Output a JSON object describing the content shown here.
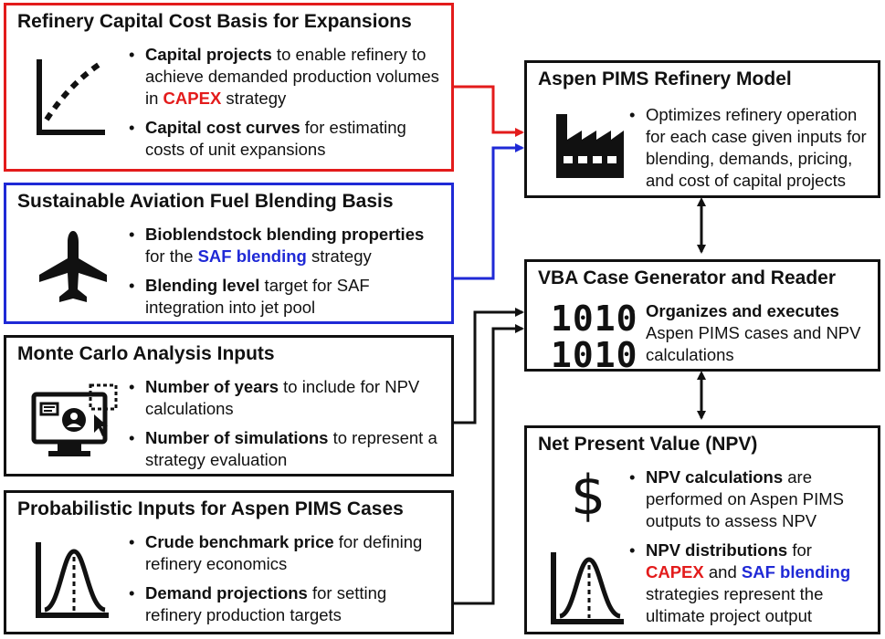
{
  "colors": {
    "red": "#e31b1b",
    "blue": "#1f29d6",
    "black": "#111111"
  },
  "boxes": {
    "capital": {
      "title": "Refinery Capital Cost Basis for Expansions",
      "icon": "cost-curve-icon",
      "b1_bold": "Capital projects",
      "b1_text": " to enable refinery to achieve demanded production volumes in ",
      "b1_accent": "CAPEX",
      "b1_end": " strategy",
      "b2_bold": "Capital cost curves",
      "b2_text": " for estimating costs of unit expansions"
    },
    "saf": {
      "title": "Sustainable Aviation Fuel Blending Basis",
      "icon": "airplane-icon",
      "b1_bold": "Bioblendstock blending properties",
      "b1_text": " for the ",
      "b1_accent": "SAF blending",
      "b1_end": " strategy",
      "b2_bold": "Blending level",
      "b2_text": " target for SAF integration into jet pool"
    },
    "montecarlo": {
      "title": "Monte Carlo Analysis Inputs",
      "icon": "computer-user-icon",
      "b1_bold": "Number of years",
      "b1_text": " to include for NPV calculations",
      "b2_bold": "Number of simulations",
      "b2_text": " to represent a strategy evaluation"
    },
    "probabilistic": {
      "title": "Probabilistic Inputs for Aspen PIMS Cases",
      "icon": "distribution-curve-icon",
      "b1_bold": "Crude benchmark price",
      "b1_text": " for defining refinery economics",
      "b2_bold": "Demand projections",
      "b2_text": " for setting refinery production targets"
    },
    "aspen": {
      "title": "Aspen PIMS Refinery Model",
      "icon": "factory-icon",
      "b1_text": "Optimizes refinery operation for each case given inputs for blending, demands, pricing, and cost of capital projects"
    },
    "vba": {
      "title": "VBA Case Generator and Reader",
      "icon": "binary-icon",
      "binary_line1": "1010",
      "binary_line2": "1010",
      "b1_bold": "Organizes and executes",
      "b1_text": " Aspen PIMS cases and NPV calculations"
    },
    "npv": {
      "title": "Net Present Value (NPV)",
      "icon": "dollar-icon",
      "dollar": "$",
      "b1_bold": "NPV calculations",
      "b1_text": " are performed on Aspen PIMS outputs to assess NPV",
      "b2_bold": "NPV distributions",
      "b2_text": " for ",
      "b2_accent1": "CAPEX",
      "b2_mid": " and ",
      "b2_accent2": "SAF blending",
      "b2_end": " strategies represent the ultimate project output"
    }
  }
}
